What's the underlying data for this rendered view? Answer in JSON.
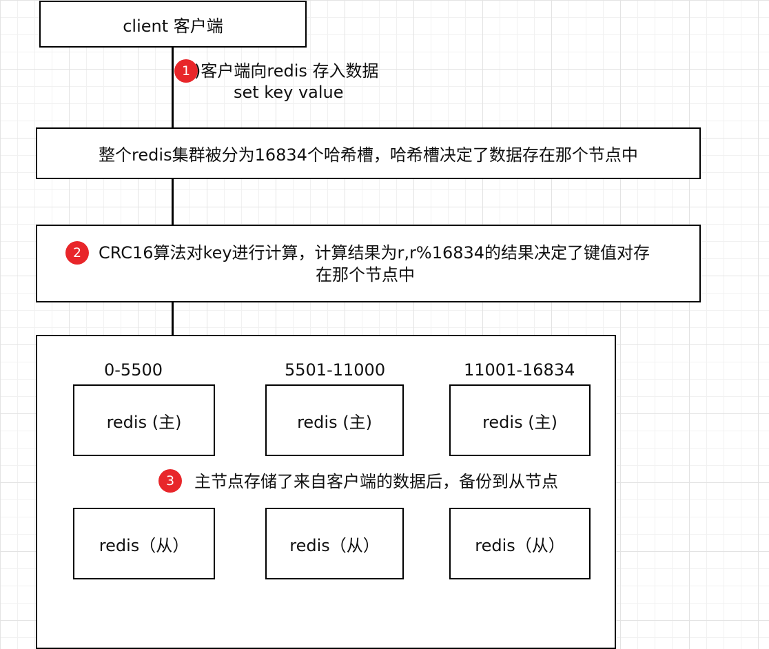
{
  "client_box": {
    "label": "client 客户端"
  },
  "step1": {
    "badge": "1",
    "line1": ")客户端向redis 存入数据",
    "line2": "set key value"
  },
  "cluster_box": {
    "label": "整个redis集群被分为16834个哈希槽，哈希槽决定了数据存在那个节点中"
  },
  "step2": {
    "badge": "2",
    "line1": "CRC16算法对key进行计算，计算结果为r,r%16834的结果决定了键值对存",
    "line2": "在那个节点中"
  },
  "slot_ranges": [
    "0-5500",
    "5501-11000",
    "11001-16834"
  ],
  "masters": [
    "redis (主)",
    "redis (主)",
    "redis (主)"
  ],
  "step3": {
    "badge": "3",
    "text": "主节点存储了来自客户端的数据后，备份到从节点"
  },
  "slaves": [
    "redis（从）",
    "redis（从）",
    "redis（从）"
  ],
  "colors": {
    "badge": "#e8262a",
    "stroke": "#000000",
    "grid": "#e3e3e3"
  }
}
